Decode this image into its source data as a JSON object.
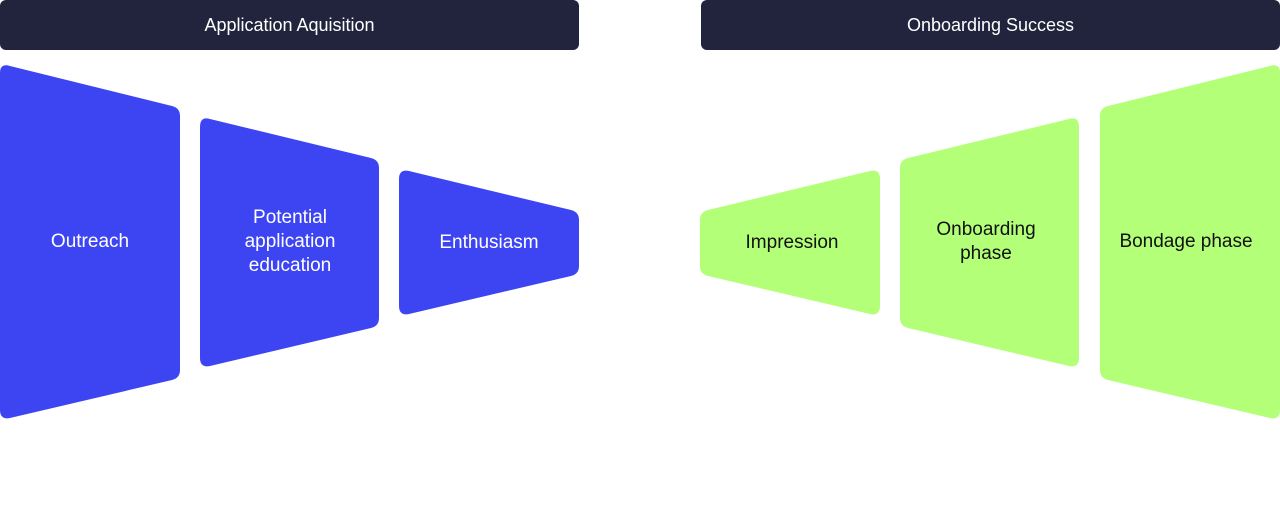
{
  "colors": {
    "header_bg": "#22243d",
    "acquisition": "#3d45f3",
    "onboarding": "#b3ff78"
  },
  "sections": [
    {
      "title": "Application Aquisition",
      "stages": [
        {
          "label": "Outreach"
        },
        {
          "label": "Potential application education"
        },
        {
          "label": "Enthusiasm"
        }
      ]
    },
    {
      "title": "Onboarding Success",
      "stages": [
        {
          "label": "Impression"
        },
        {
          "label": "Onboarding phase"
        },
        {
          "label": "Bondage phase"
        }
      ]
    }
  ]
}
